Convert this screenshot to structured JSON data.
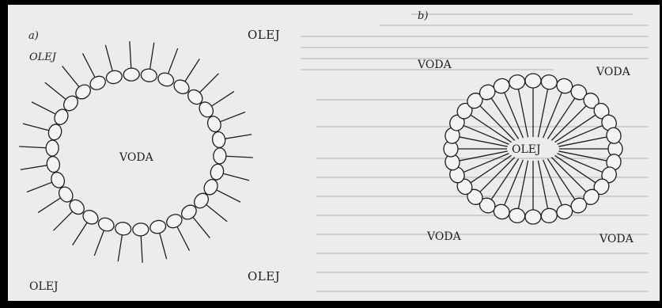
{
  "figure_a": {
    "panel_label": "a)",
    "labels": {
      "olej_top_left": "OLEJ",
      "olej_top_center": "OLEJ",
      "voda_center": "VODA",
      "olej_bottom_left": "OLEJ",
      "olej_bottom_center": "OLEJ"
    }
  },
  "figure_b": {
    "panel_label": "b)",
    "labels": {
      "voda_top_left": "VODA",
      "voda_top_right": "VODA",
      "olej_center": "OLEJ",
      "voda_bottom_left": "VODA",
      "voda_bottom_right": "VODA"
    }
  },
  "colors": {
    "page": "#ececec",
    "ink": "#1e1e1e",
    "frame": "#000000"
  }
}
